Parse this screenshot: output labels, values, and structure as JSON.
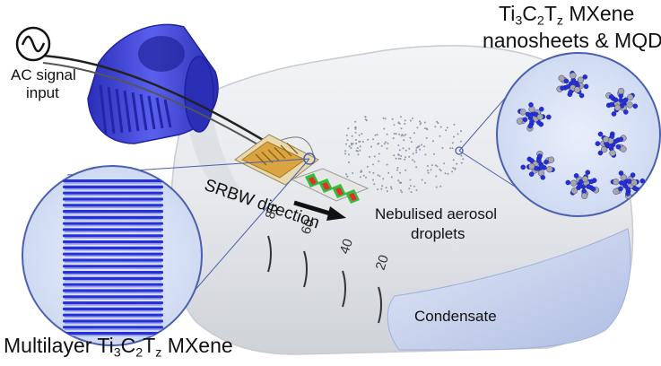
{
  "labels": {
    "ac_signal_line1": "AC signal",
    "ac_signal_line2": "input",
    "top_right_title_line1_parts": [
      "Ti",
      "3",
      "C",
      "2",
      "T",
      "z",
      " MXene"
    ],
    "top_right_title_line2": "nanosheets & MQDs",
    "srbw_direction": "SRBW direction",
    "aerosol_line1": "Nebulised aerosol",
    "aerosol_line2": "droplets",
    "condensate": "Condensate",
    "multilayer_parts": [
      "Multilayer Ti",
      "3",
      "C",
      "2",
      "T",
      "z",
      " MXene"
    ]
  },
  "bottle_graduations": [
    "80",
    "60",
    "40",
    "20"
  ],
  "icons": {
    "ac_source": "sine-wave-in-circle-icon"
  },
  "colors": {
    "cap_blue": "#3a3fd0",
    "flake_blue": "#2630d8",
    "atom_grey": "#a8a8a8",
    "device_gold": "#d9a441",
    "electrode_red": "#e82b2b",
    "electrode_green": "#2fbf3a",
    "bottle_grey": "#e4e6ea",
    "liquid_blue": "#cdd6ee"
  }
}
